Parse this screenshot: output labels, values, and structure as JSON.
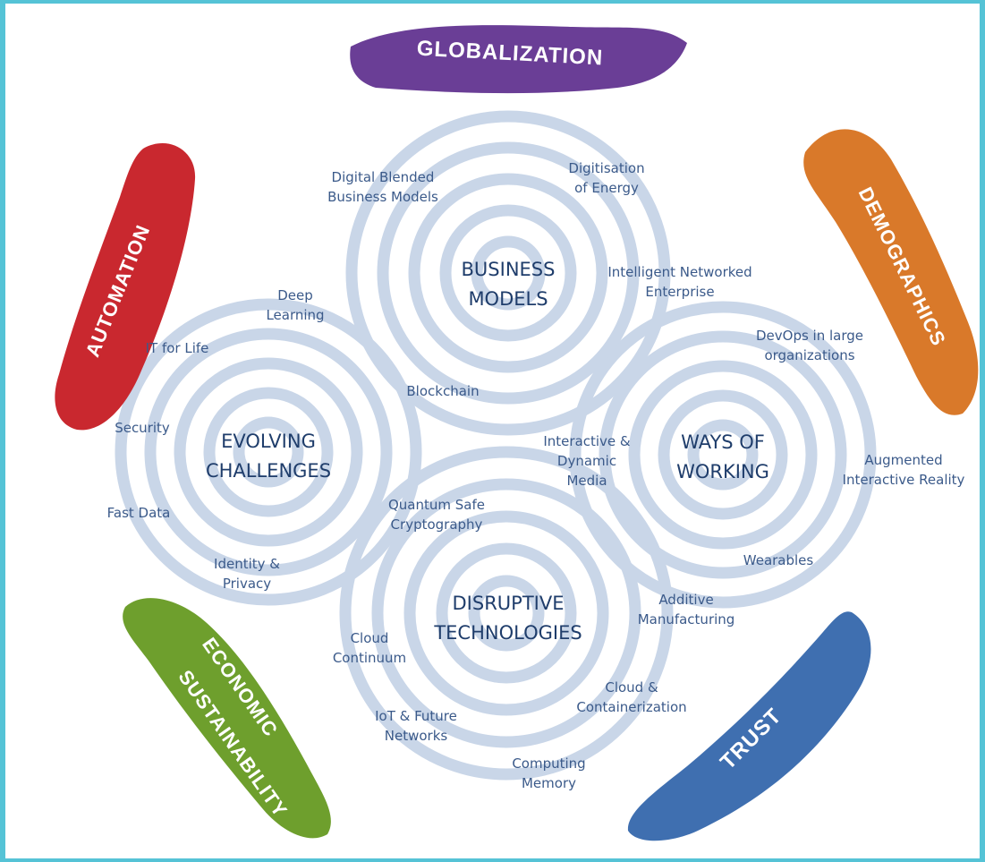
{
  "drivers": {
    "globalization": "GLOBALIZATION",
    "demographics": "DEMOGRAPHICS",
    "trust": "TRUST",
    "economic_sustainability": [
      "ECONOMIC",
      "SUSTAINABILITY"
    ],
    "automation": "AUTOMATION"
  },
  "hubs": {
    "business_models": [
      "BUSINESS",
      "MODELS"
    ],
    "evolving_challenges": [
      "EVOLVING",
      "CHALLENGES"
    ],
    "ways_of_working": [
      "WAYS OF",
      "WORKING"
    ],
    "disruptive_technologies": [
      "DISRUPTIVE",
      "TECHNOLOGIES"
    ]
  },
  "topics": {
    "digital_blended": [
      "Digital Blended",
      "Business Models"
    ],
    "digitisation_energy": [
      "Digitisation",
      "of Energy"
    ],
    "intelligent_networked": [
      "Intelligent Networked",
      "Enterprise"
    ],
    "deep_learning": [
      "Deep",
      "Learning"
    ],
    "it_for_life": [
      "IT for Life"
    ],
    "blockchain": [
      "Blockchain"
    ],
    "security": [
      "Security"
    ],
    "fast_data": [
      "Fast Data"
    ],
    "identity_privacy": [
      "Identity &",
      "Privacy"
    ],
    "devops": [
      "DevOps in large",
      "organizations"
    ],
    "interactive_media": [
      "Interactive &",
      "Dynamic",
      "Media"
    ],
    "augmented_reality": [
      "Augmented",
      "Interactive Reality"
    ],
    "wearables": [
      "Wearables"
    ],
    "quantum_safe": [
      "Quantum Safe",
      "Cryptography"
    ],
    "additive_manufacturing": [
      "Additive",
      "Manufacturing"
    ],
    "cloud_continuum": [
      "Cloud",
      "Continuum"
    ],
    "cloud_containerization": [
      "Cloud &",
      "Containerization"
    ],
    "iot_networks": [
      "IoT & Future",
      "Networks"
    ],
    "computing_memory": [
      "Computing",
      "Memory"
    ]
  },
  "colors": {
    "frame": "#55c3d6",
    "globalization": "#6a3e96",
    "demographics": "#d9792a",
    "trust": "#3f6fb0",
    "economic_sustainability": "#6e9f2d",
    "automation": "#c9282f",
    "rings": "#c9d6e8",
    "topic_text": "#3b5a8a"
  }
}
